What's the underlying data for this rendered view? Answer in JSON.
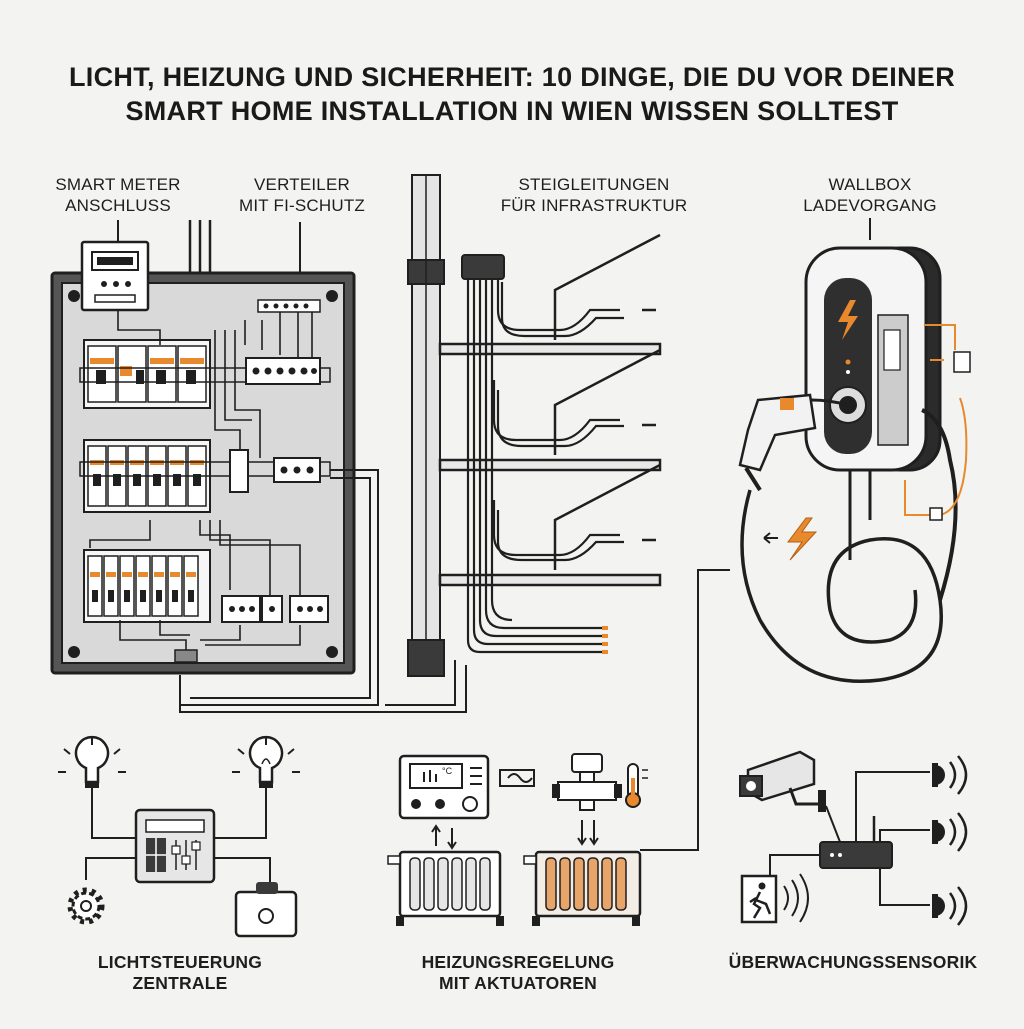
{
  "title": {
    "line1": "LICHT, HEIZUNG UND SICHERHEIT: 10 DINGE, DIE DU VOR DEINER",
    "line2": "SMART HOME INSTALLATION IN WIEN WISSEN SOLLTEST"
  },
  "labels": {
    "smart_meter": [
      "SMART METER",
      "ANSCHLUSS"
    ],
    "verteiler": [
      "VERTEILER",
      "MIT FI-SCHUTZ"
    ],
    "steigleitungen": [
      "STEIGLEITUNGEN",
      "FÜR INFRASTRUKTUR"
    ],
    "wallbox": [
      "WALLBOX",
      "LADEVORGANG"
    ],
    "licht": [
      "LICHTSTEUERUNG",
      "ZENTRALE"
    ],
    "heizung": [
      "HEIZUNGSREGELUNG",
      "MIT AKTUATOREN"
    ],
    "sensorik": "ÜBERWACHUNGSSENSORIK"
  },
  "thermostat_display": "°C",
  "colors": {
    "accent_orange": "#e8892e",
    "line_dark": "#1f1f1f",
    "panel_gray": "#d9d9d9",
    "background": "#f3f3f2"
  },
  "icons": [
    "smart-meter-icon",
    "distribution-panel-icon",
    "riser-pipes-icon",
    "wallbox-charger-icon",
    "charging-plug-icon",
    "lightning-icon",
    "light-bulb-icon",
    "control-panel-icon",
    "gear-icon",
    "switch-icon",
    "thermostat-icon",
    "radiator-icon",
    "valve-actuator-icon",
    "thermometer-icon",
    "camera-icon",
    "router-icon",
    "speaker-icon",
    "motion-sensor-icon"
  ]
}
